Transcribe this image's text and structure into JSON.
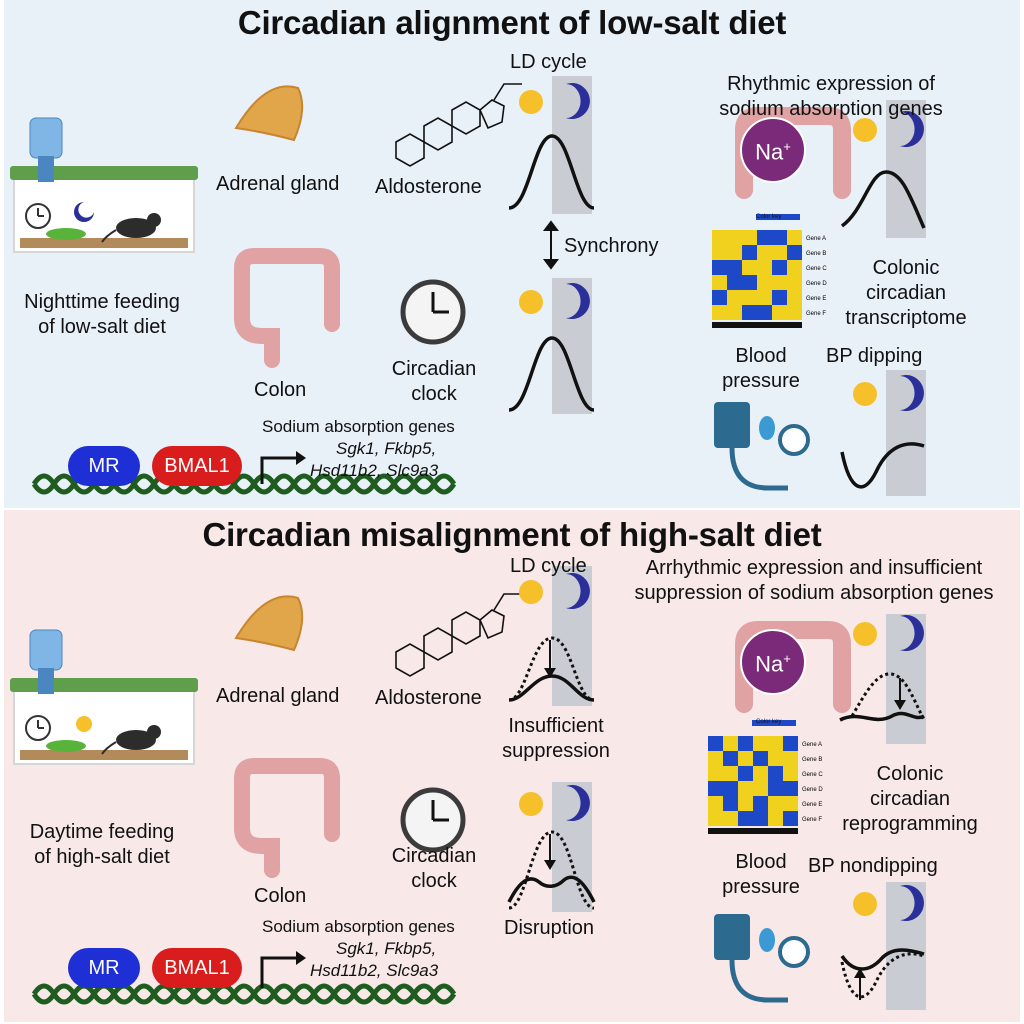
{
  "colors": {
    "top_bg": "#e8f0f8",
    "bottom_bg": "#f8e8e8",
    "mr_blue": "#1f2fd6",
    "bmal1_red": "#d91c1c",
    "dna_green": "#1f5c1f",
    "moon": "#2b2f9a",
    "sun": "#f5c02a",
    "night_bar": "#c9ccd2",
    "sodium_purple": "#7a2a78",
    "heat_yellow": "#f0d21e",
    "heat_blue": "#1d49c8"
  },
  "top": {
    "title": "Circadian alignment of low-salt diet",
    "feeding": [
      "Nighttime feeding",
      "of low-salt diet"
    ],
    "adrenal": "Adrenal gland",
    "aldosterone": "Aldosterone",
    "colon": "Colon",
    "clock": [
      "Circadian",
      "clock"
    ],
    "ld_cycle": "LD cycle",
    "synchrony": "Synchrony",
    "rhythmic": [
      "Rhythmic expression of",
      "sodium absorption genes"
    ],
    "sodium": "Na",
    "sodium_sup": "+",
    "transcriptome": [
      "Colonic",
      "circadian",
      "transcriptome"
    ],
    "blood_pressure": [
      "Blood",
      "pressure"
    ],
    "bp_label": "BP dipping",
    "genes_title": "Sodium absorption genes",
    "genes_1": "Sgk1, Fkbp5,",
    "genes_2": "Hsd11b2, Slc9a3",
    "mr": "MR",
    "bmal1": "BMAL1",
    "heat_key": "Color key",
    "heat_genes": [
      "Gene A",
      "Gene B",
      "Gene C",
      "Gene D",
      "Gene E",
      "Gene F"
    ]
  },
  "bottom": {
    "title": "Circadian misalignment of high-salt diet",
    "feeding": [
      "Daytime feeding",
      "of high-salt diet"
    ],
    "adrenal": "Adrenal gland",
    "aldosterone": "Aldosterone",
    "colon": "Colon",
    "clock": [
      "Circadian",
      "clock"
    ],
    "ld_cycle": "LD cycle",
    "insufficient": [
      "Insufficient",
      "suppression"
    ],
    "disruption": "Disruption",
    "arrhythmic": [
      "Arrhythmic expression and insufficient",
      "suppression of sodium absorption genes"
    ],
    "sodium": "Na",
    "sodium_sup": "+",
    "reprogramming": [
      "Colonic",
      "circadian",
      "reprogramming"
    ],
    "blood_pressure": [
      "Blood",
      "pressure"
    ],
    "bp_label": "BP nondipping",
    "genes_title": "Sodium absorption genes",
    "genes_1": "Sgk1, Fkbp5,",
    "genes_2": "Hsd11b2, Slc9a3",
    "mr": "MR",
    "bmal1": "BMAL1",
    "heat_key": "Color key",
    "heat_genes": [
      "Gene A",
      "Gene B",
      "Gene C",
      "Gene D",
      "Gene E",
      "Gene F"
    ]
  }
}
